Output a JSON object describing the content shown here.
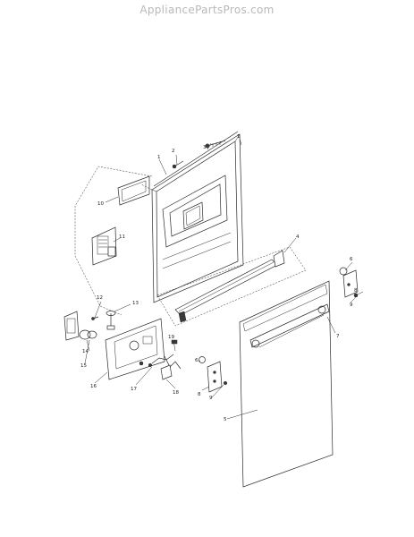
{
  "watermark": "AppliancePartsPros.com",
  "callouts": [
    {
      "id": "c1a",
      "text": "1"
    },
    {
      "id": "c1b",
      "text": "1"
    },
    {
      "id": "c2",
      "text": "2"
    },
    {
      "id": "c3",
      "text": "3"
    },
    {
      "id": "c4",
      "text": "4"
    },
    {
      "id": "c5",
      "text": "5"
    },
    {
      "id": "c6a",
      "text": "6"
    },
    {
      "id": "c6b",
      "text": "6"
    },
    {
      "id": "c7",
      "text": "7"
    },
    {
      "id": "c8a",
      "text": "8"
    },
    {
      "id": "c8b",
      "text": "8"
    },
    {
      "id": "c9a",
      "text": "9"
    },
    {
      "id": "c9b",
      "text": "9"
    },
    {
      "id": "c10",
      "text": "10"
    },
    {
      "id": "c11",
      "text": "11"
    },
    {
      "id": "c12",
      "text": "12"
    },
    {
      "id": "c13",
      "text": "13"
    },
    {
      "id": "c14",
      "text": "14"
    },
    {
      "id": "c15",
      "text": "15"
    },
    {
      "id": "c16",
      "text": "16"
    },
    {
      "id": "c17",
      "text": "17"
    },
    {
      "id": "c18",
      "text": "18"
    },
    {
      "id": "c19",
      "text": "19"
    }
  ]
}
